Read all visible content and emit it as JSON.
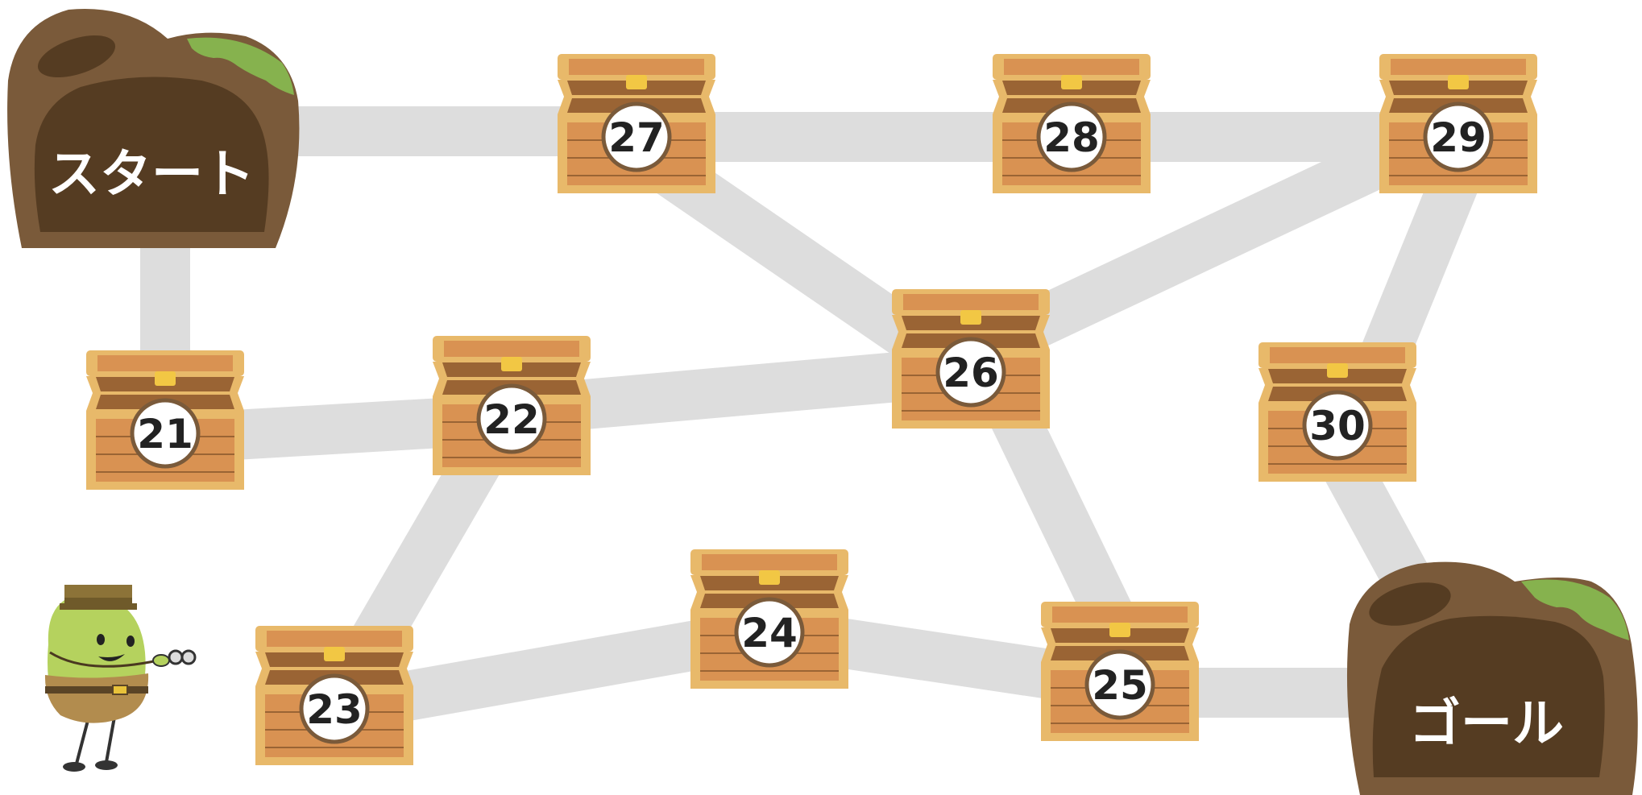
{
  "start_label": "スタート",
  "goal_label": "ゴール",
  "chests": [
    {
      "number": "21"
    },
    {
      "number": "22"
    },
    {
      "number": "23"
    },
    {
      "number": "24"
    },
    {
      "number": "25"
    },
    {
      "number": "26"
    },
    {
      "number": "27"
    },
    {
      "number": "28"
    },
    {
      "number": "29"
    },
    {
      "number": "30"
    }
  ],
  "colors": {
    "path": "#dddddd",
    "cave_outer": "#7a5a3a",
    "cave_inner": "#553c22",
    "moss": "#86b24e",
    "chest_frame": "#e8b96a",
    "chest_wood": "#d99252",
    "chest_dark": "#9a6434",
    "chest_clasp": "#f2c744",
    "badge_border": "#7a5a3a",
    "character_body": "#b5d25e",
    "character_hat": "#8c7338",
    "character_coat": "#b28c4e"
  }
}
